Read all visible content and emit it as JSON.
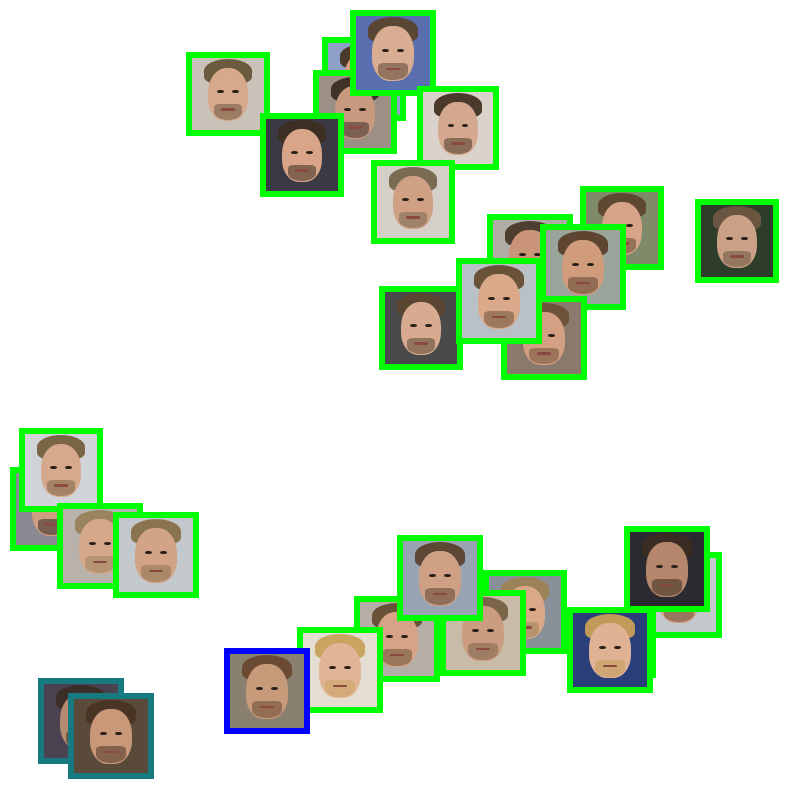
{
  "colors": {
    "background": "#ffffff",
    "cluster_border": "#00ff00",
    "outlier_border_blue": "#0000ff",
    "outlier_border_teal": "#167a80"
  },
  "thumbnails": [
    {
      "id": "face-01",
      "border": "cluster_border",
      "skin": "#d7a98c",
      "hair": "#6b5a3e",
      "bg": "#c9c2b8"
    },
    {
      "id": "face-02",
      "border": "cluster_border",
      "skin": "#d3a184",
      "hair": "#4a3a2a",
      "bg": "#8fa0c8"
    },
    {
      "id": "face-03",
      "border": "cluster_border",
      "skin": "#c79a7f",
      "hair": "#3e3128",
      "bg": "#9b8f86"
    },
    {
      "id": "face-04",
      "border": "cluster_border",
      "skin": "#d9ad92",
      "hair": "#5a4634",
      "bg": "#5a6fb0"
    },
    {
      "id": "face-05",
      "border": "cluster_border",
      "skin": "#d4a88e",
      "hair": "#4b3a2b",
      "bg": "#d9d3cc"
    },
    {
      "id": "face-06",
      "border": "cluster_border",
      "skin": "#d8a588",
      "hair": "#3c2e22",
      "bg": "#3b3a44"
    },
    {
      "id": "face-07",
      "border": "cluster_border",
      "skin": "#cfa083",
      "hair": "#7a6a52",
      "bg": "#d4d0c8"
    },
    {
      "id": "face-08",
      "border": "cluster_border",
      "skin": "#c99478",
      "hair": "#4e3e30",
      "bg": "#b0aba4"
    },
    {
      "id": "face-09",
      "border": "cluster_border",
      "skin": "#d6a587",
      "hair": "#5e4832",
      "bg": "#7e8a6a"
    },
    {
      "id": "face-10",
      "border": "cluster_border",
      "skin": "#d19c7c",
      "hair": "#5d4532",
      "bg": "#9aa49a"
    },
    {
      "id": "face-11",
      "border": "cluster_border",
      "skin": "#caa086",
      "hair": "#6a5640",
      "bg": "#2e3c2a"
    },
    {
      "id": "face-12",
      "border": "cluster_border",
      "skin": "#d3a083",
      "hair": "#6e5238",
      "bg": "#8a7a6e"
    },
    {
      "id": "face-13",
      "border": "cluster_border",
      "skin": "#d8ab90",
      "hair": "#5a4532",
      "bg": "#4a4a4a"
    },
    {
      "id": "face-14",
      "border": "cluster_border",
      "skin": "#d9a98a",
      "hair": "#6a5238",
      "bg": "#b9c0c6"
    },
    {
      "id": "face-15",
      "border": "cluster_border",
      "skin": "#cf9e80",
      "hair": "#2f2a26",
      "bg": "#8a8890"
    },
    {
      "id": "face-16",
      "border": "cluster_border",
      "skin": "#d6a98d",
      "hair": "#7a6544",
      "bg": "#d0d4d8"
    },
    {
      "id": "face-17",
      "border": "cluster_border",
      "skin": "#d5a88c",
      "hair": "#9a8460",
      "bg": "#b8b2aa"
    },
    {
      "id": "face-18",
      "border": "cluster_border",
      "skin": "#d2a386",
      "hair": "#8a7450",
      "bg": "#c2c8cc"
    },
    {
      "id": "face-19",
      "border": "cluster_border",
      "skin": "#d8a889",
      "hair": "#9c8258",
      "bg": "#8a9098"
    },
    {
      "id": "face-20",
      "border": "cluster_border",
      "skin": "#cc9c80",
      "hair": "#7a6548",
      "bg": "#c8bca8"
    },
    {
      "id": "face-21",
      "border": "cluster_border",
      "skin": "#d6a386",
      "hair": "#6a5238",
      "bg": "#b4aea6"
    },
    {
      "id": "face-22",
      "border": "cluster_border",
      "skin": "#d0a084",
      "hair": "#5c4634",
      "bg": "#98a4b2"
    },
    {
      "id": "face-23",
      "border": "cluster_border",
      "skin": "#e0b496",
      "hair": "#c8a460",
      "bg": "#e4ddd2"
    },
    {
      "id": "face-24",
      "border": "cluster_border",
      "skin": "#d2a083",
      "hair": "#6a5440",
      "bg": "#c4c8cc"
    },
    {
      "id": "face-25",
      "border": "cluster_border",
      "skin": "#b4876c",
      "hair": "#3a2c22",
      "bg": "#2a2a30"
    },
    {
      "id": "face-26",
      "border": "cluster_border",
      "skin": "#c8987c",
      "hair": "#4e3e30",
      "bg": "#5a4a40"
    },
    {
      "id": "face-27",
      "border": "cluster_border",
      "skin": "#e0b294",
      "hair": "#c09a58",
      "bg": "#2a3e7a"
    },
    {
      "id": "face-28",
      "border": "outlier_border_blue",
      "skin": "#c79a7a",
      "hair": "#6a4a32",
      "bg": "#8a8070"
    },
    {
      "id": "face-29",
      "border": "outlier_border_teal",
      "skin": "#b48a70",
      "hair": "#3a2e26",
      "bg": "#4a4250"
    },
    {
      "id": "face-30",
      "border": "outlier_border_teal",
      "skin": "#c89878",
      "hair": "#4a3424",
      "bg": "#5a4a3a"
    }
  ]
}
